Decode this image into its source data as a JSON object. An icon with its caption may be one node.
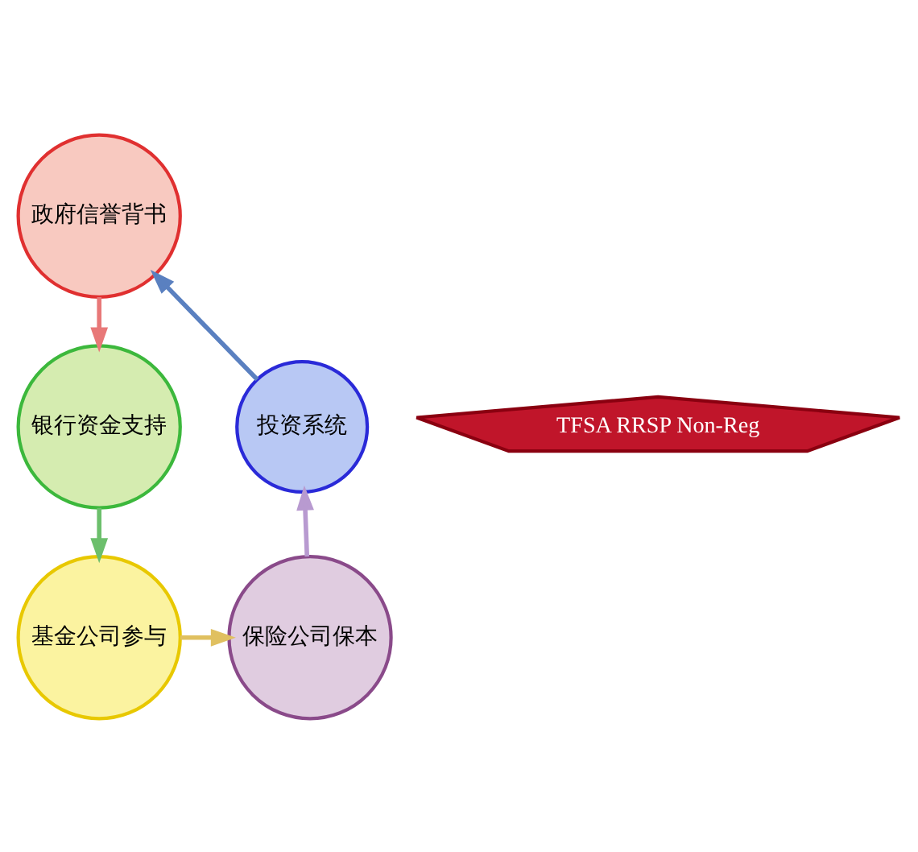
{
  "diagram": {
    "nodes": [
      {
        "text": [
          "政府信誉背书"
        ]
      },
      {
        "text": [
          "银行资金支持"
        ]
      },
      {
        "text": [
          "投资系统"
        ]
      },
      {
        "text": [
          "TFSA RRSP Non-Reg"
        ]
      },
      {
        "text": [
          "基金公司参与"
        ]
      },
      {
        "text": [
          "保险公司保本"
        ]
      }
    ],
    "edges": [
      {
        "from": 0,
        "to": 1,
        "arrow": "to",
        "color": "#e87878"
      },
      {
        "from": 1,
        "to": 4,
        "arrow": "to",
        "color": "#6cbf6c"
      },
      {
        "from": 4,
        "to": 5,
        "arrow": "to",
        "color": "#e0c060"
      },
      {
        "from": 5,
        "to": 2,
        "arrow": "to",
        "color": "#b89ad0"
      },
      {
        "from": 2,
        "to": 0,
        "arrow": "to",
        "color": "#5a80c0"
      }
    ]
  }
}
